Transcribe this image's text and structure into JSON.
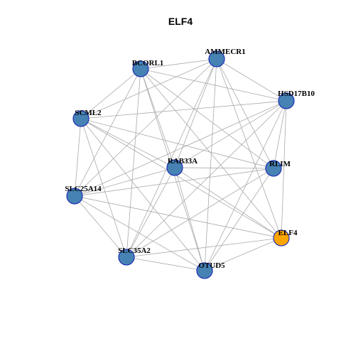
{
  "title": "ELF4",
  "colors": {
    "default_node": "#4682b4",
    "highlight_node": "#ffa500",
    "edge": "#aaaaaa",
    "node_border": "#1f2fb5"
  },
  "nodes": [
    {
      "id": "AMMECR1",
      "label": "AMMECR1",
      "highlight": false
    },
    {
      "id": "BCORL1",
      "label": "BCORL1",
      "highlight": false
    },
    {
      "id": "HSD17B10",
      "label": "HSD17B10",
      "highlight": false
    },
    {
      "id": "SCML2",
      "label": "SCML2",
      "highlight": false
    },
    {
      "id": "RAB33A",
      "label": "RAB33A",
      "highlight": false
    },
    {
      "id": "RLIM",
      "label": "RLIM",
      "highlight": false
    },
    {
      "id": "SLC25A14",
      "label": "SLC25A14",
      "highlight": false
    },
    {
      "id": "ELF4",
      "label": "ELF4",
      "highlight": true
    },
    {
      "id": "SLC35A2",
      "label": "SLC35A2",
      "highlight": false
    },
    {
      "id": "OTUD5",
      "label": "OTUD5",
      "highlight": false
    }
  ],
  "edges": [
    [
      "BCORL1",
      "AMMECR1"
    ],
    [
      "BCORL1",
      "HSD17B10"
    ],
    [
      "BCORL1",
      "SCML2"
    ],
    [
      "BCORL1",
      "RAB33A"
    ],
    [
      "BCORL1",
      "RLIM"
    ],
    [
      "BCORL1",
      "SLC25A14"
    ],
    [
      "BCORL1",
      "ELF4"
    ],
    [
      "BCORL1",
      "SLC35A2"
    ],
    [
      "BCORL1",
      "OTUD5"
    ],
    [
      "AMMECR1",
      "HSD17B10"
    ],
    [
      "AMMECR1",
      "SCML2"
    ],
    [
      "AMMECR1",
      "RAB33A"
    ],
    [
      "AMMECR1",
      "RLIM"
    ],
    [
      "AMMECR1",
      "SLC25A14"
    ],
    [
      "AMMECR1",
      "ELF4"
    ],
    [
      "AMMECR1",
      "SLC35A2"
    ],
    [
      "AMMECR1",
      "OTUD5"
    ],
    [
      "HSD17B10",
      "SCML2"
    ],
    [
      "HSD17B10",
      "RAB33A"
    ],
    [
      "HSD17B10",
      "RLIM"
    ],
    [
      "HSD17B10",
      "SLC25A14"
    ],
    [
      "HSD17B10",
      "ELF4"
    ],
    [
      "HSD17B10",
      "SLC35A2"
    ],
    [
      "HSD17B10",
      "OTUD5"
    ],
    [
      "SCML2",
      "RAB33A"
    ],
    [
      "SCML2",
      "RLIM"
    ],
    [
      "SCML2",
      "SLC25A14"
    ],
    [
      "SCML2",
      "ELF4"
    ],
    [
      "SCML2",
      "SLC35A2"
    ],
    [
      "SCML2",
      "OTUD5"
    ],
    [
      "RAB33A",
      "RLIM"
    ],
    [
      "RAB33A",
      "SLC25A14"
    ],
    [
      "RAB33A",
      "ELF4"
    ],
    [
      "RAB33A",
      "SLC35A2"
    ],
    [
      "RAB33A",
      "OTUD5"
    ],
    [
      "RLIM",
      "SLC25A14"
    ],
    [
      "RLIM",
      "SLC35A2"
    ],
    [
      "RLIM",
      "OTUD5"
    ],
    [
      "SLC25A14",
      "ELF4"
    ],
    [
      "SLC25A14",
      "SLC35A2"
    ],
    [
      "SLC25A14",
      "OTUD5"
    ],
    [
      "ELF4",
      "SLC35A2"
    ],
    [
      "ELF4",
      "OTUD5"
    ],
    [
      "SLC35A2",
      "OTUD5"
    ]
  ]
}
